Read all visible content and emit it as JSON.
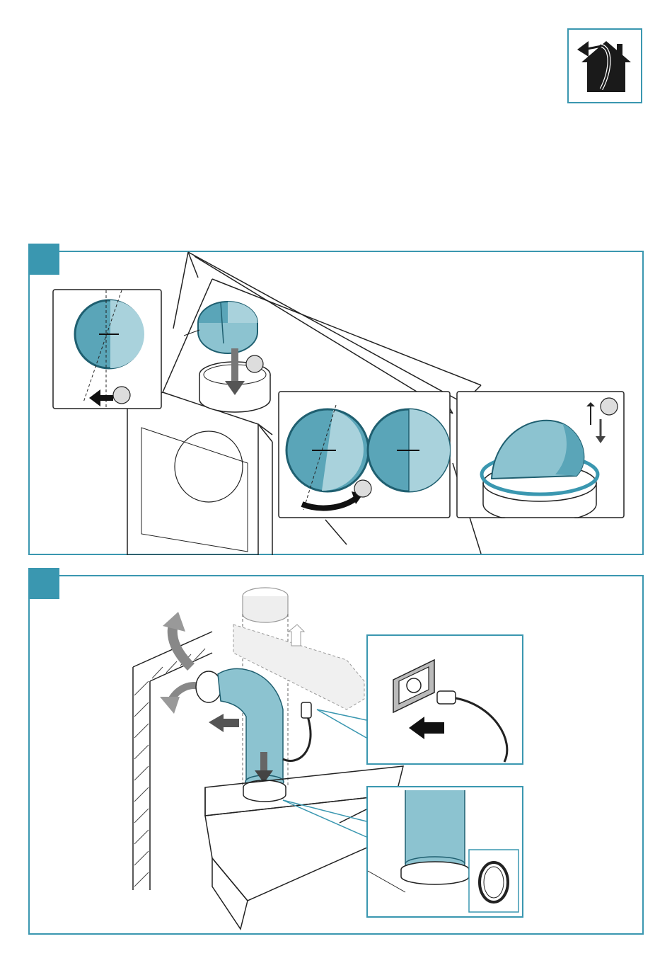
{
  "icons": {
    "header": "ducted-extraction-house-icon"
  },
  "colors": {
    "accent": "#3a97b0",
    "part_dark": "#5aa5b8",
    "part_light": "#a9d2dc",
    "duct": "#8cc3d0",
    "line": "#222222"
  },
  "panels": [
    {
      "step_label": "",
      "figures": [
        "hood-top-view",
        "damper-detail",
        "damper-rotation-detail",
        "damper-fixing-detail"
      ]
    },
    {
      "step_label": "",
      "figures": [
        "duct-connection-view",
        "power-plug-detail",
        "duct-fitting-detail"
      ]
    }
  ]
}
